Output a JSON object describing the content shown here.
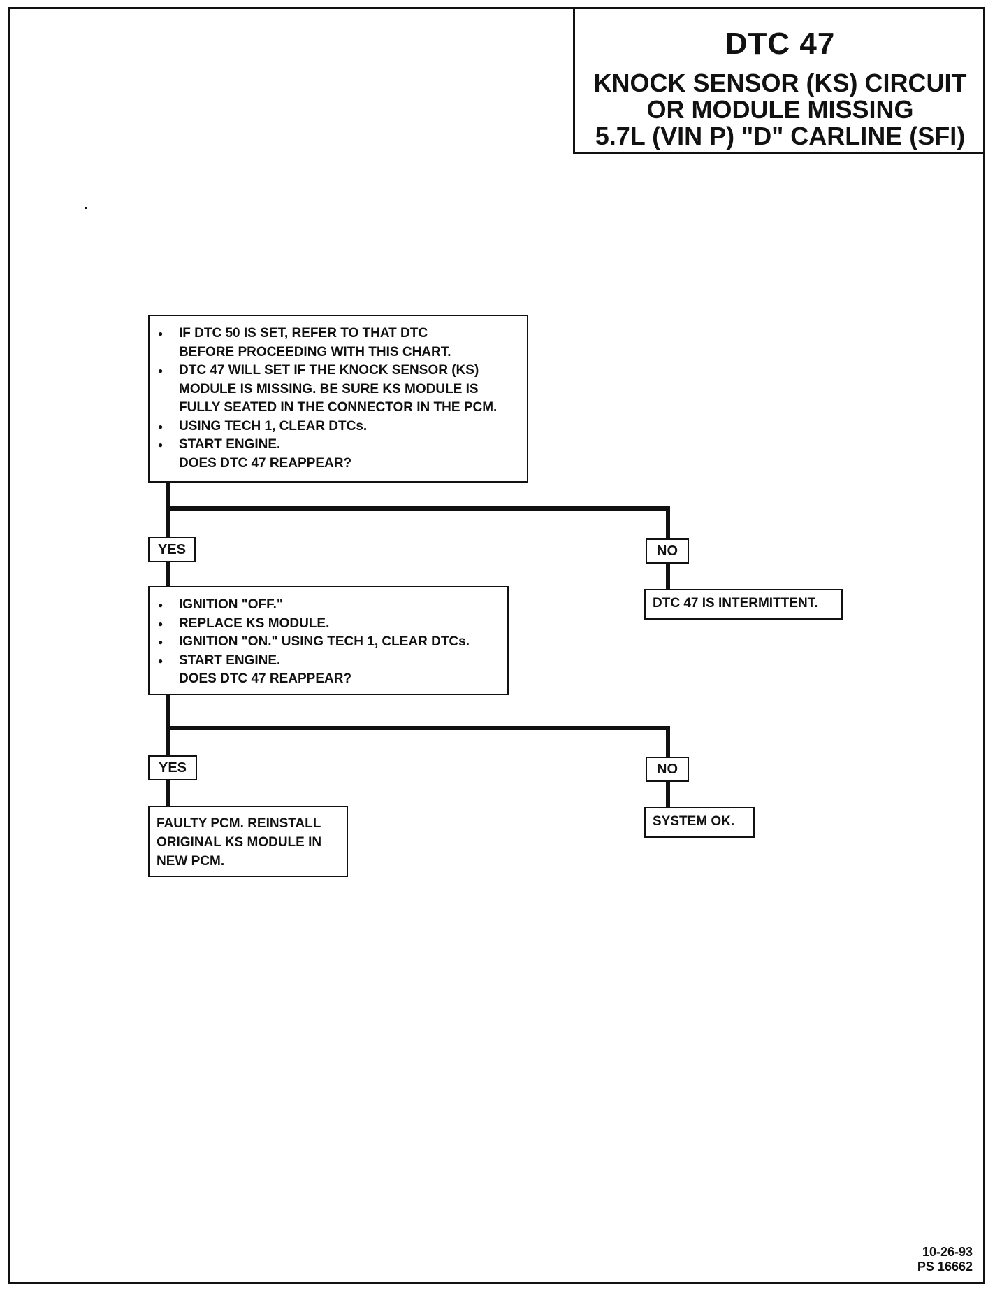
{
  "header": {
    "code": "DTC 47",
    "lines": [
      "KNOCK SENSOR (KS) CIRCUIT",
      "OR MODULE MISSING",
      "5.7L  (VIN P)  \"D\"  CARLINE  (SFI)"
    ]
  },
  "step1": {
    "bullets": [
      "IF DTC 50 IS SET, REFER TO THAT DTC BEFORE PROCEEDING WITH THIS CHART.",
      "DTC 47 WILL SET IF THE KNOCK SENSOR (KS) MODULE IS MISSING.  BE SURE KS MODULE IS FULLY SEATED IN THE CONNECTOR IN THE PCM.",
      "USING TECH 1, CLEAR DTCs.",
      "START ENGINE."
    ],
    "question": "DOES DTC 47 REAPPEAR?"
  },
  "branch1": {
    "yes_label": "YES",
    "no_label": "NO",
    "no_result": "DTC 47 IS INTERMITTENT."
  },
  "step2": {
    "bullets": [
      "IGNITION \"OFF.\"",
      "REPLACE KS MODULE.",
      "IGNITION \"ON.\"  USING TECH 1, CLEAR DTCs.",
      "START ENGINE."
    ],
    "question": "DOES DTC 47 REAPPEAR?"
  },
  "branch2": {
    "yes_label": "YES",
    "no_label": "NO",
    "yes_result": "FAULTY PCM.  REINSTALL ORIGINAL KS MODULE IN NEW PCM.",
    "no_result": "SYSTEM OK."
  },
  "footer": {
    "date": "10-26-93",
    "ref": "PS 16662"
  }
}
